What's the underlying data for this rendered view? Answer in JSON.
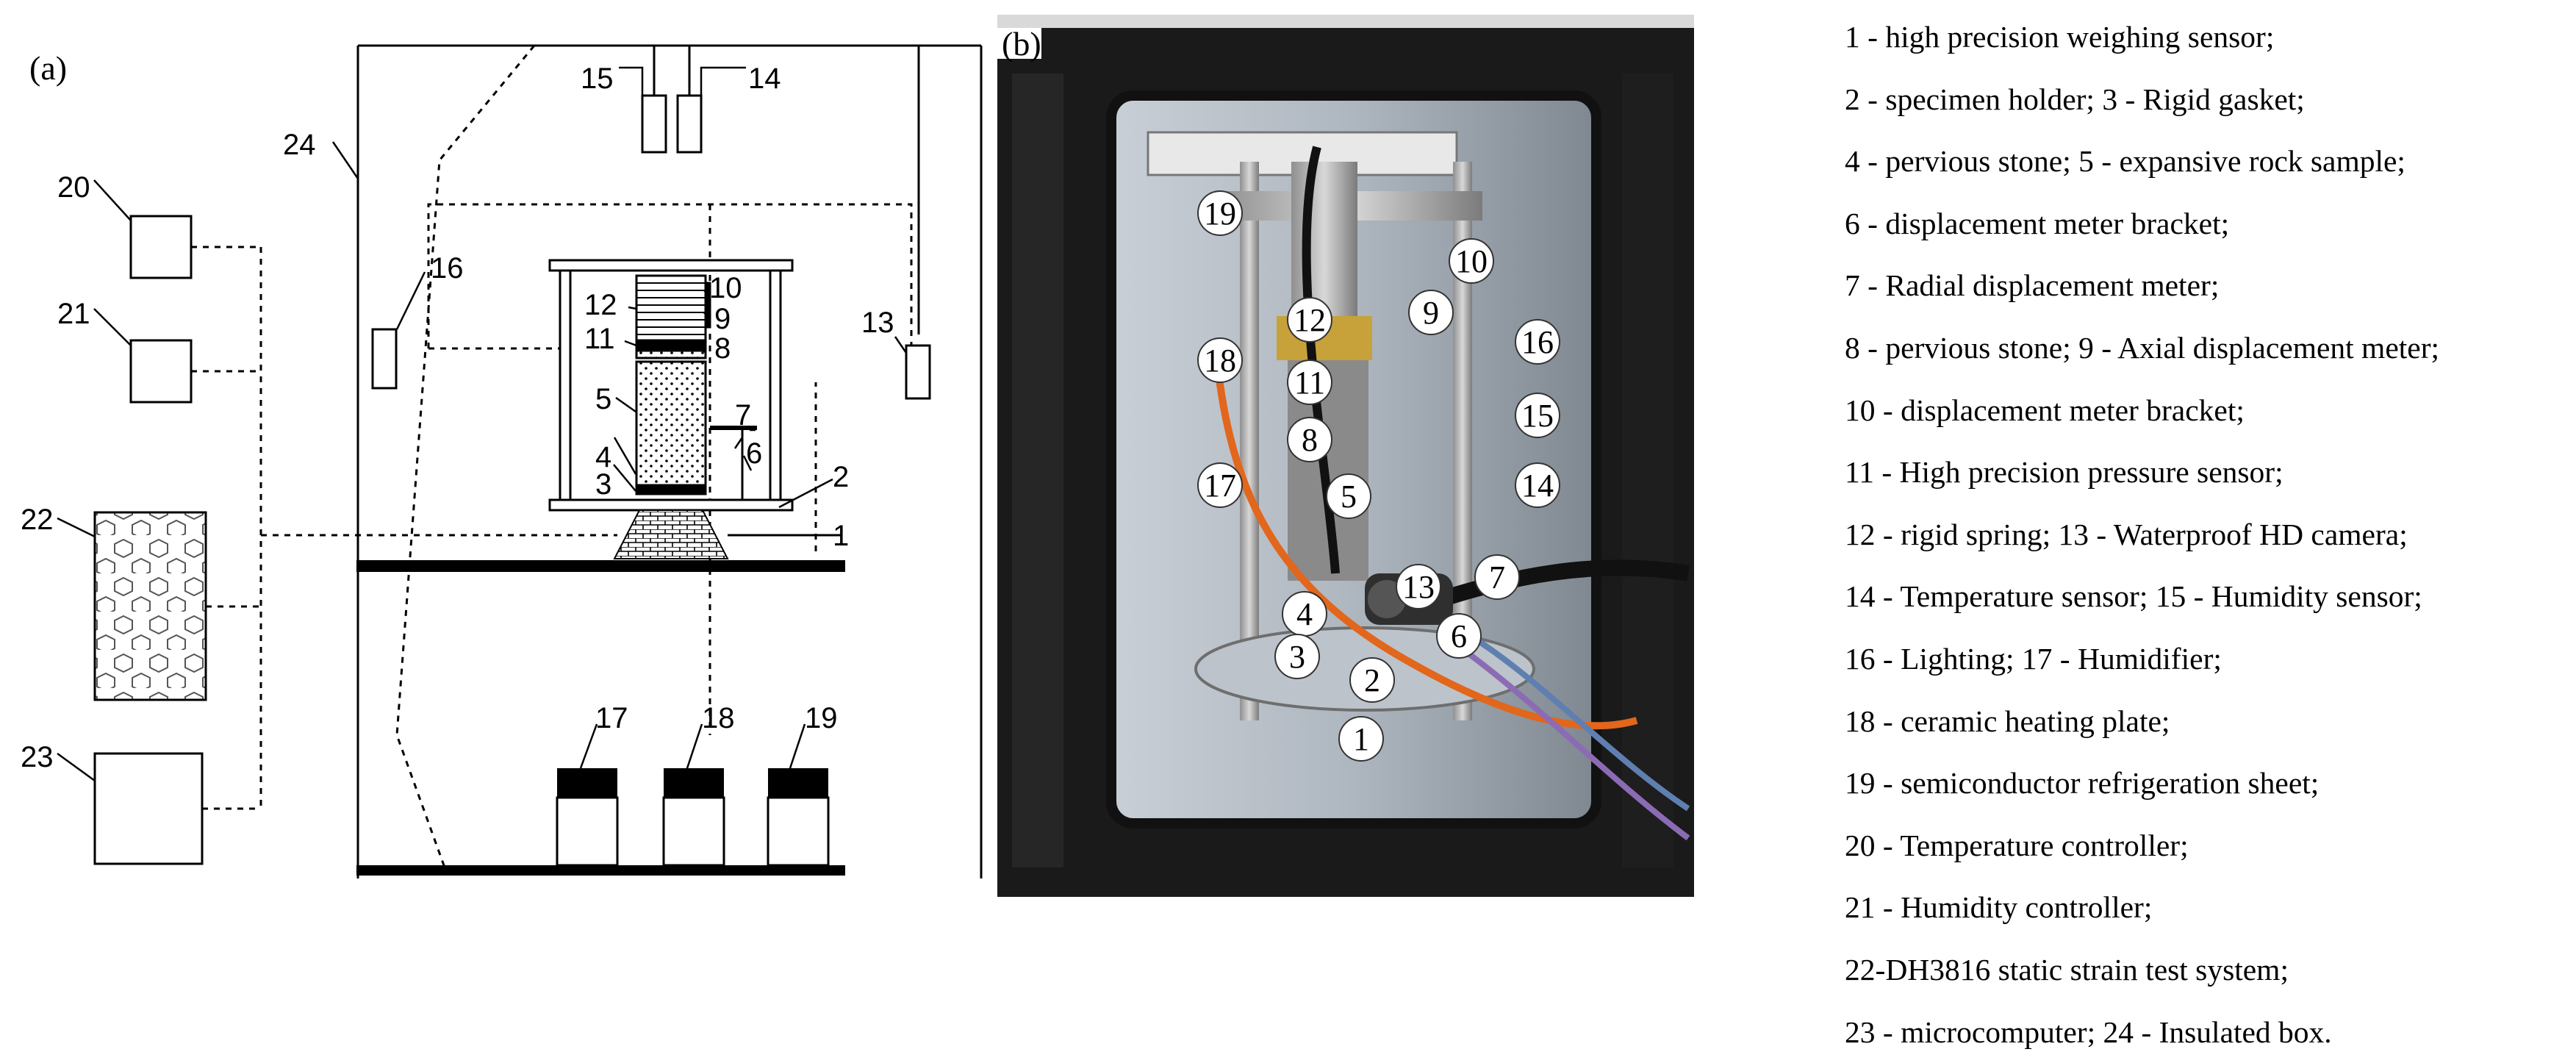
{
  "panel_a": {
    "tag": "(a)",
    "labels": {
      "l1": "1",
      "l2": "2",
      "l3": "3",
      "l4": "4",
      "l5": "5",
      "l6": "6",
      "l7": "7",
      "l8": "8",
      "l9": "9",
      "l10": "10",
      "l11": "11",
      "l12": "12",
      "l13": "13",
      "l14": "14",
      "l15": "15",
      "l16": "16",
      "l17": "17",
      "l18": "18",
      "l19": "19",
      "l20": "20",
      "l21": "21",
      "l22": "22",
      "l23": "23",
      "l24": "24"
    }
  },
  "panel_b": {
    "tag": "(b)",
    "markers": [
      "19",
      "10",
      "9",
      "12",
      "16",
      "18",
      "11",
      "15",
      "8",
      "17",
      "5",
      "14",
      "13",
      "7",
      "4",
      "6",
      "3",
      "2",
      "1"
    ]
  },
  "legend": {
    "items": [
      "1 - high precision weighing sensor;",
      "2 - specimen holder; 3 - Rigid gasket;",
      "4 - pervious stone; 5 - expansive rock sample;",
      "6 - displacement meter bracket;",
      "7 - Radial displacement meter;",
      "8 - pervious stone; 9 - Axial displacement meter;",
      "10 - displacement meter bracket;",
      "11 - High precision pressure sensor;",
      "12 - rigid spring; 13 - Waterproof HD camera;",
      "14 - Temperature sensor; 15 - Humidity sensor;",
      "16 - Lighting; 17 - Humidifier;",
      "18 - ceramic heating plate;",
      "19 - semiconductor refrigeration sheet;",
      "20 - Temperature controller;",
      "21 - Humidity controller;",
      "22-DH3816 static strain test system;",
      "23 - microcomputer; 24 - Insulated box."
    ]
  }
}
